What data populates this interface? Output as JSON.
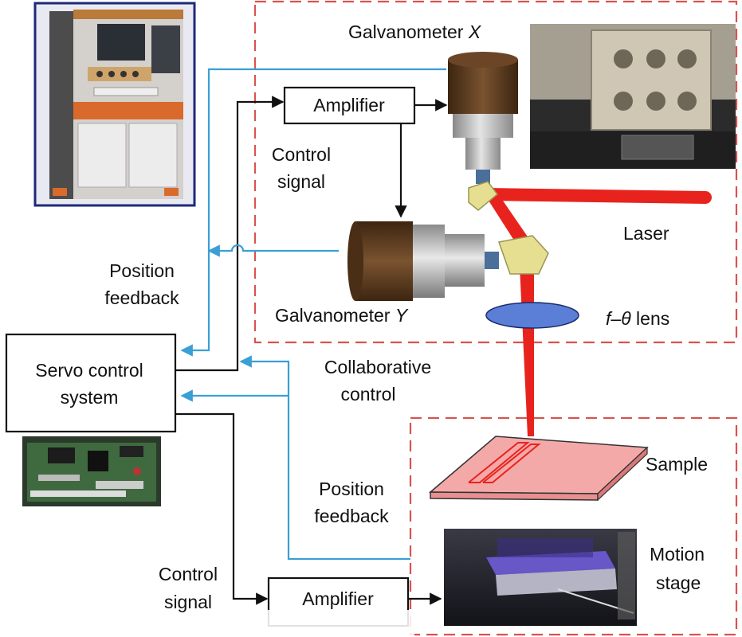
{
  "labels": {
    "galvo_x_prefix": "Galvanometer ",
    "galvo_x_var": "X",
    "galvo_y_prefix": "Galvanometer ",
    "galvo_y_var": "Y",
    "amplifier_top": "Amplifier",
    "amplifier_bottom": "Amplifier",
    "control_signal_top_1": "Control",
    "control_signal_top_2": "signal",
    "control_signal_bottom_1": "Control",
    "control_signal_bottom_2": "signal",
    "position_feedback_left_1": "Position",
    "position_feedback_left_2": "feedback",
    "position_feedback_bottom_1": "Position",
    "position_feedback_bottom_2": "feedback",
    "servo_1": "Servo control",
    "servo_2": "system",
    "collab_1": "Collaborative",
    "collab_2": "control",
    "laser": "Laser",
    "lens_prefix": "f",
    "lens_theta": "θ",
    "lens_suffix": " lens",
    "sample": "Sample",
    "motion_1": "Motion",
    "motion_2": "stage"
  },
  "colors": {
    "dashed_border": "#d9534f",
    "feedback_blue": "#3a9fd5",
    "laser_red": "#e8231e",
    "galvo_brown": "#5a3a1e",
    "galvo_gray": "#b9b9b9",
    "mirror_yellow": "#e6df92",
    "lens_blue": "#5b7fd6",
    "sample_pink": "#f4a9a9"
  },
  "icons": [
    "machine-photo",
    "galvanometer-x-photo",
    "circuit-board-photo",
    "motion-stage-photo"
  ]
}
